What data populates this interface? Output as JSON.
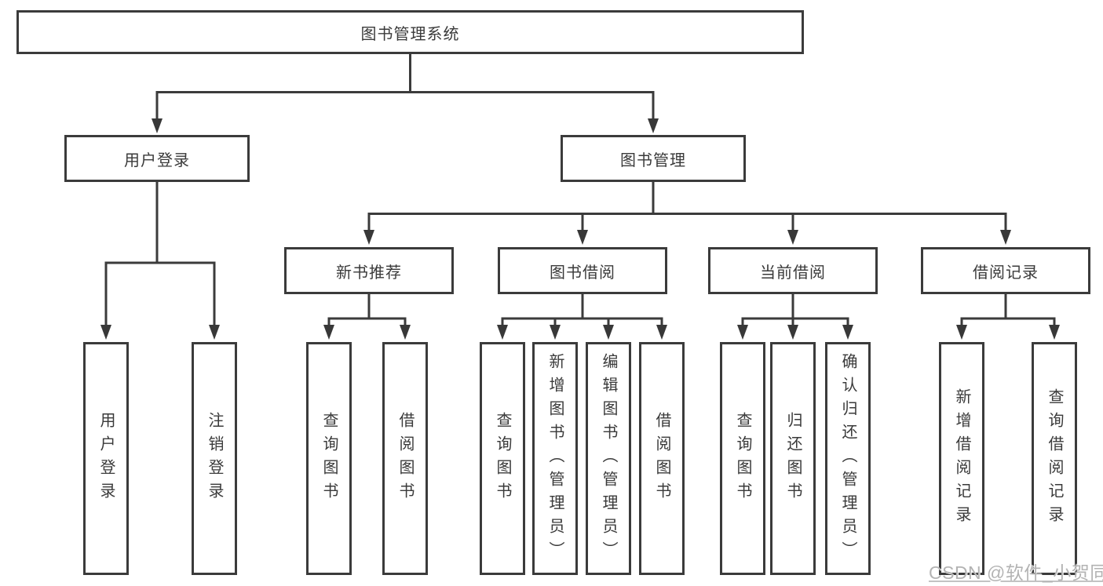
{
  "tree": {
    "root": {
      "label": "图书管理系统"
    },
    "branches": [
      {
        "label": "用户登录",
        "leaves": [
          {
            "label": "用户登录"
          },
          {
            "label": "注销登录"
          }
        ]
      },
      {
        "label": "图书管理",
        "groups": [
          {
            "label": "新书推荐",
            "leaves": [
              {
                "label": "查询图书"
              },
              {
                "label": "借阅图书"
              }
            ]
          },
          {
            "label": "图书借阅",
            "leaves": [
              {
                "label": "查询图书"
              },
              {
                "label": "新增图书（管理员）"
              },
              {
                "label": "编辑图书（管理员）"
              },
              {
                "label": "借阅图书"
              }
            ]
          },
          {
            "label": "当前借阅",
            "leaves": [
              {
                "label": "查询图书"
              },
              {
                "label": "归还图书"
              },
              {
                "label": "确认归还（管理员）"
              }
            ]
          },
          {
            "label": "借阅记录",
            "leaves": [
              {
                "label": "新增借阅记录"
              },
              {
                "label": "查询借阅记录"
              }
            ]
          }
        ]
      }
    ]
  },
  "watermark": {
    "text": "CSDN @软件_小贺同学"
  },
  "colors": {
    "line": "#3b3b3b",
    "text": "#3a3a3a",
    "watermark": "#b3b3b3",
    "background": "#ffffff"
  }
}
